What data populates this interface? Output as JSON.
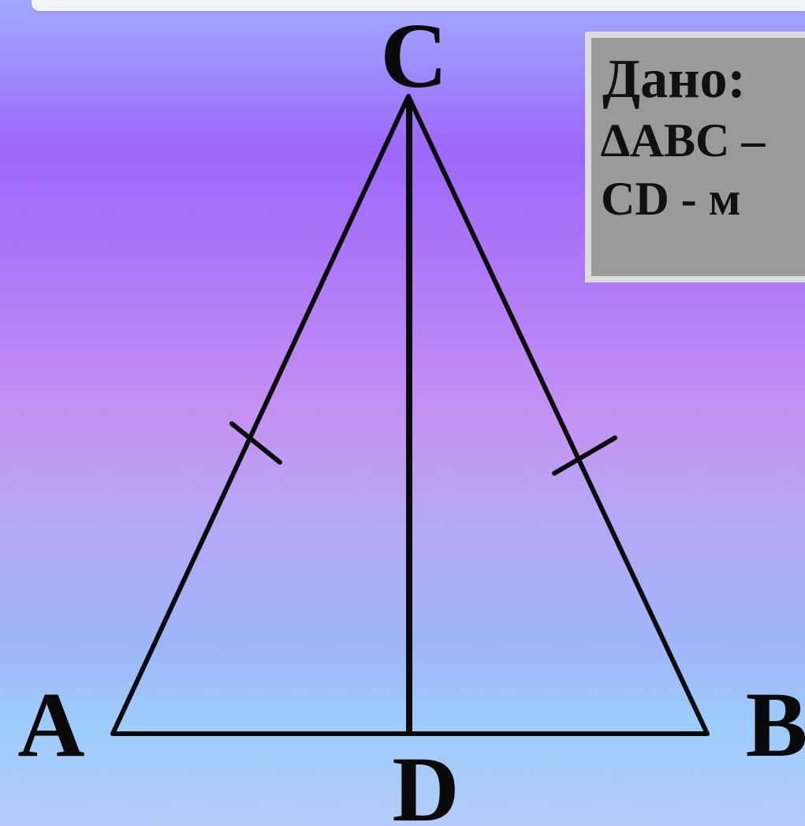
{
  "vertices": {
    "a": "A",
    "b": "B",
    "c": "C",
    "d": "D"
  },
  "given": {
    "title": "Дано:",
    "line1": "∆ABC –",
    "line2": "CD - м"
  },
  "colors": {
    "stroke": "#0a0a0a",
    "box_fill": "#9a9a9a",
    "box_border": "#dcdcdc"
  }
}
